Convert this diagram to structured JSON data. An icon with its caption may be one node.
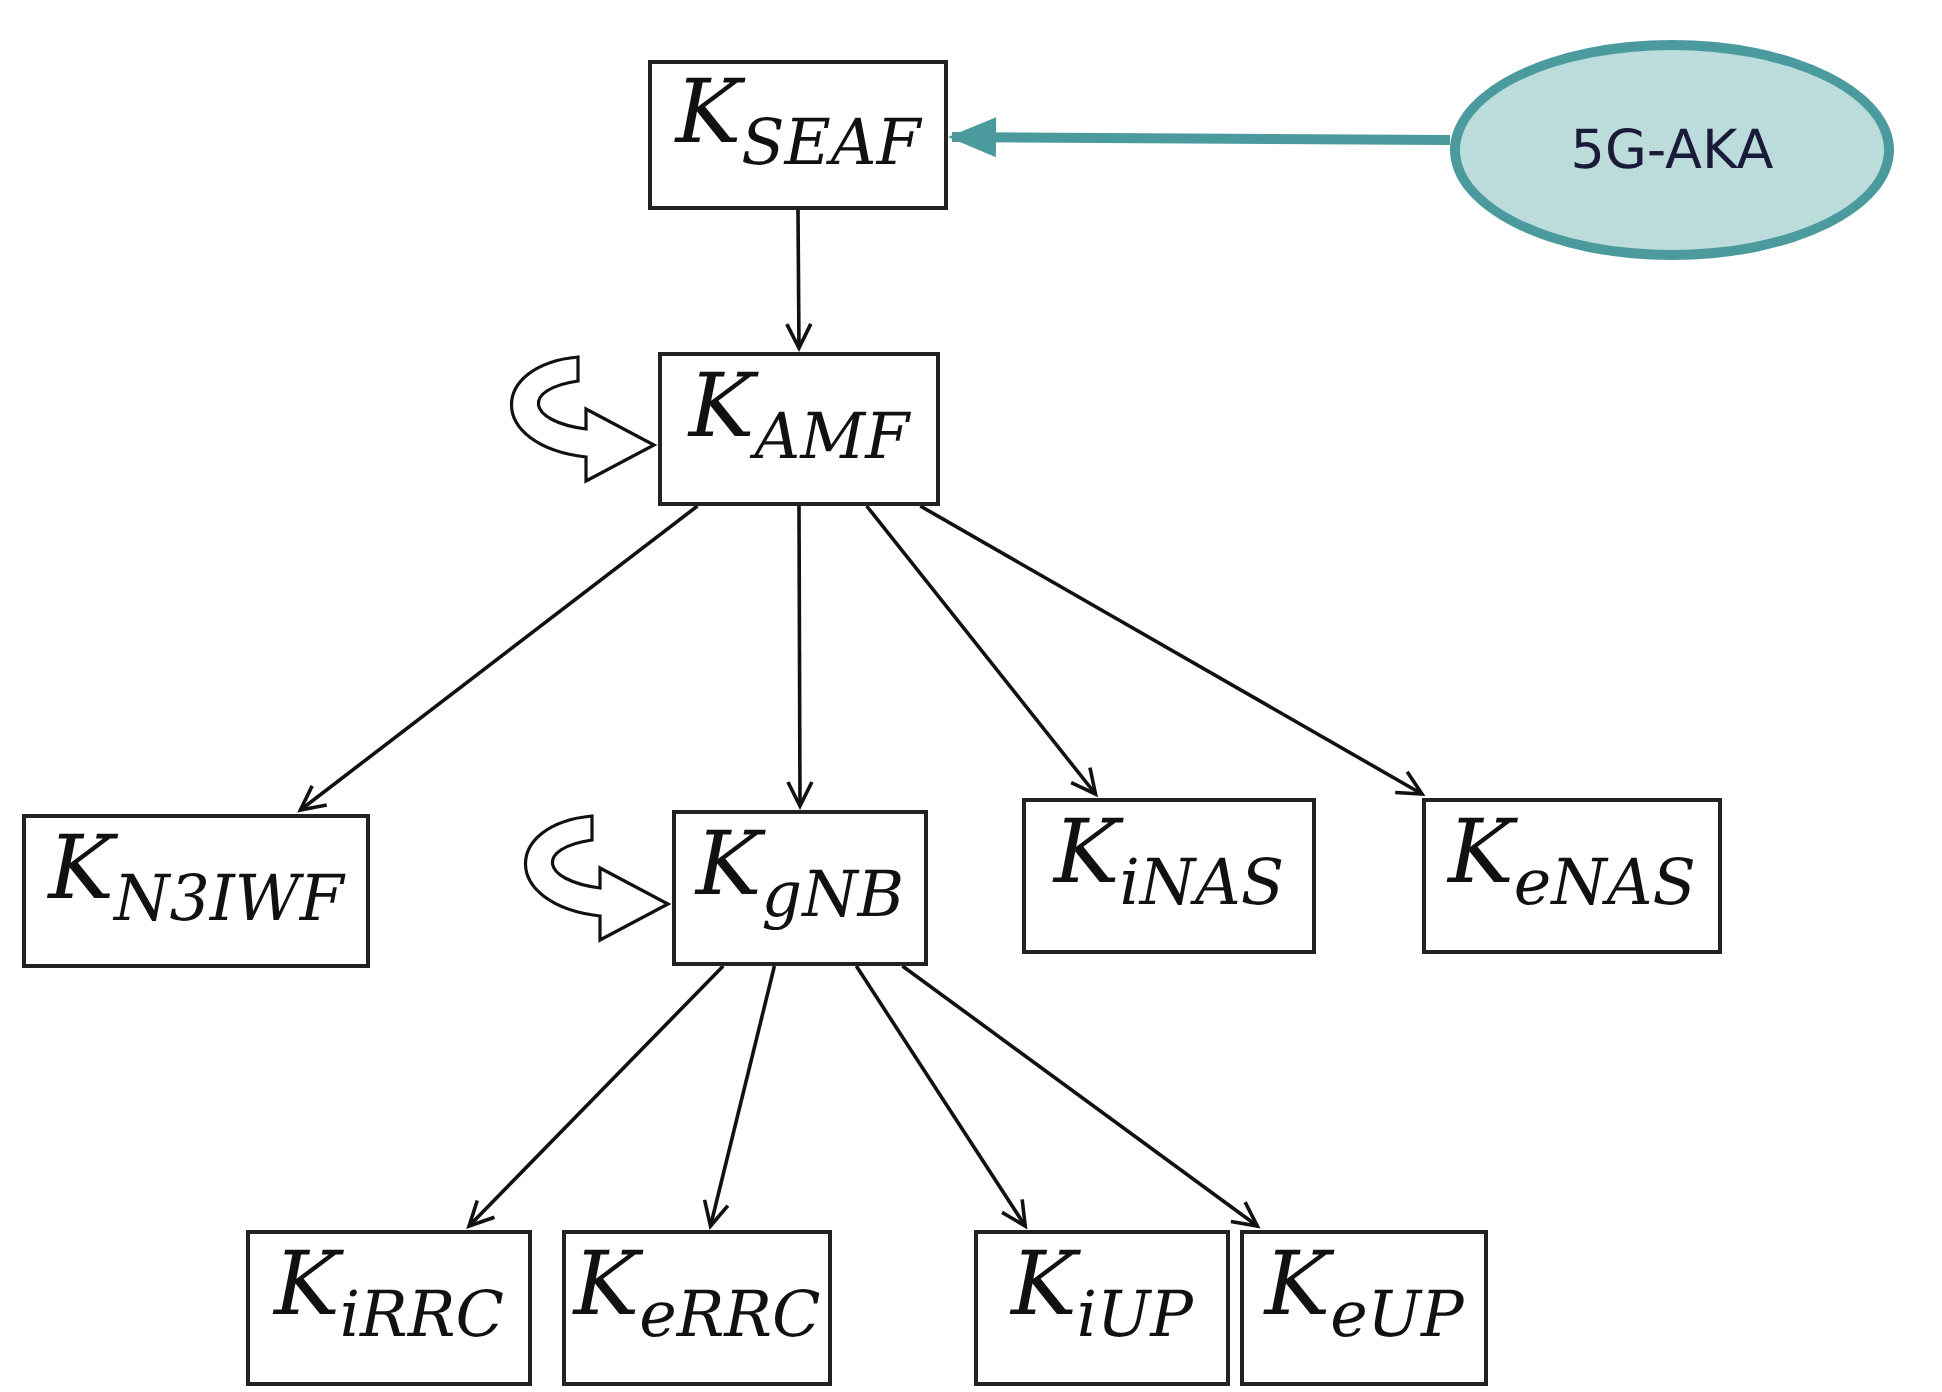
{
  "diagram": {
    "nodes": [
      {
        "text": [
          "K$_{SEAF}$"
        ]
      },
      {
        "text": [
          "5G-AKA"
        ]
      },
      {
        "text": [
          "K$_{AMF}$"
        ]
      },
      {
        "text": [
          "K$_{N3IWF}$"
        ]
      },
      {
        "text": [
          "K$_{gNB}$"
        ]
      },
      {
        "text": [
          "K$_{iNAS}$"
        ]
      },
      {
        "text": [
          "K$_{eNAS}$"
        ]
      },
      {
        "text": [
          "K$_{iRRC}$"
        ]
      },
      {
        "text": [
          "K$_{eRRC}$"
        ]
      },
      {
        "text": [
          "K$_{iUP}$"
        ]
      },
      {
        "text": [
          "K$_{eUP}$"
        ]
      }
    ],
    "edges": [
      {
        "from": 1,
        "to": 0,
        "arrow": "to",
        "style": "thick",
        "color": "#4a9a9e"
      },
      {
        "from": 0,
        "to": 2,
        "arrow": "to"
      },
      {
        "from": 2,
        "to": 2,
        "arrow": "to"
      },
      {
        "from": 2,
        "to": 3,
        "arrow": "to"
      },
      {
        "from": 2,
        "to": 4,
        "arrow": "to"
      },
      {
        "from": 2,
        "to": 5,
        "arrow": "to"
      },
      {
        "from": 2,
        "to": 6,
        "arrow": "to"
      },
      {
        "from": 4,
        "to": 4,
        "arrow": "to"
      },
      {
        "from": 4,
        "to": 7,
        "arrow": "to"
      },
      {
        "from": 4,
        "to": 8,
        "arrow": "to"
      },
      {
        "from": 4,
        "to": 9,
        "arrow": "to"
      },
      {
        "from": 4,
        "to": 10,
        "arrow": "to"
      }
    ]
  }
}
